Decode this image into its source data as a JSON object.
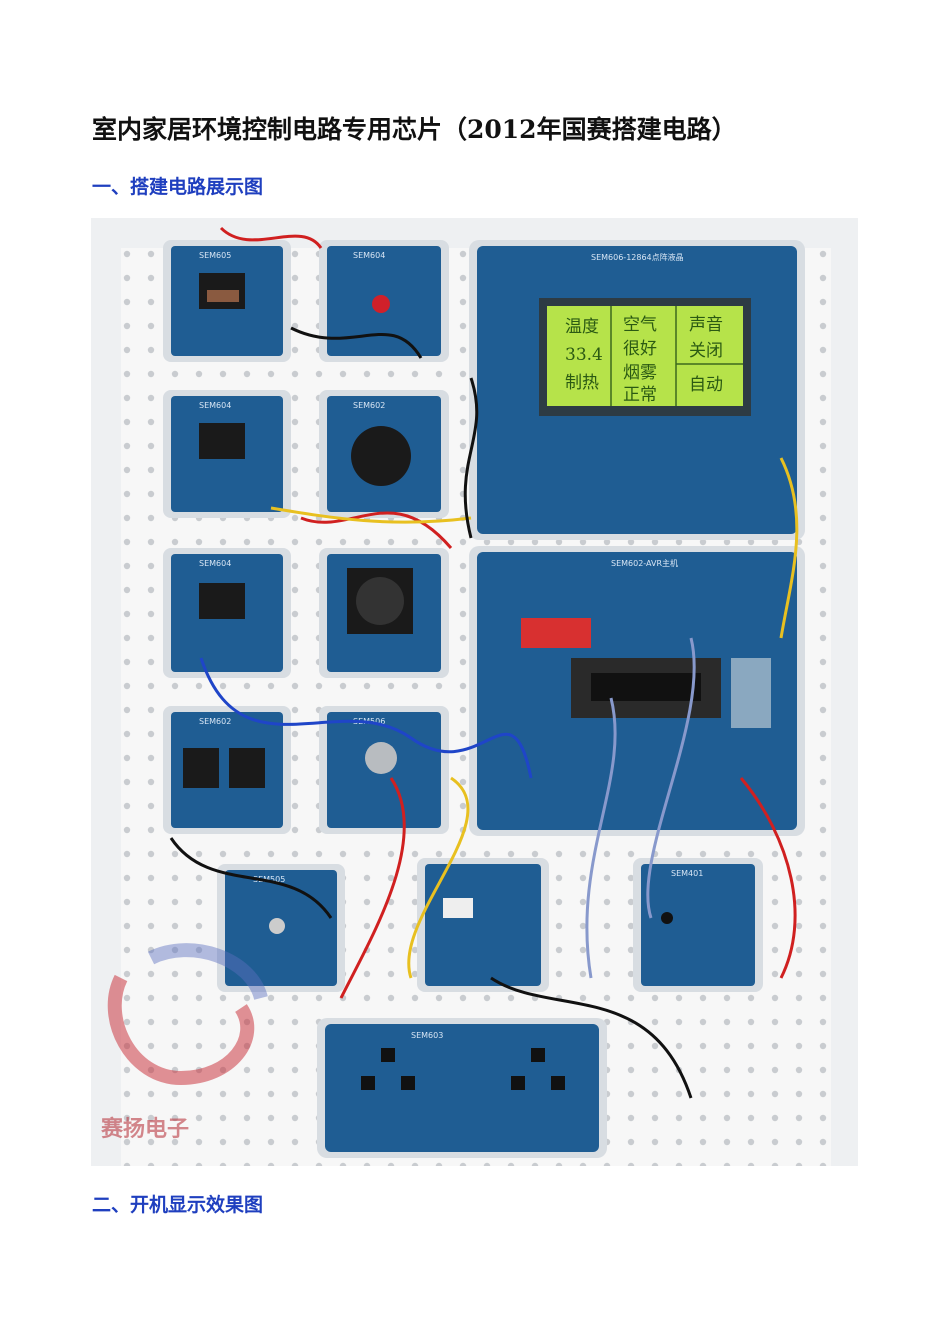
{
  "document": {
    "title": "室内家居环境控制电路专用芯片（2012年国赛搭建电路）",
    "sections": [
      {
        "label": "一、搭建电路展示图"
      },
      {
        "label": "二、开机显示效果图"
      }
    ]
  },
  "photo": {
    "boards": {
      "b1": "SEM605",
      "b2": "SEM604",
      "b3": "SEM606-12864点阵液晶",
      "b4": "SEM604",
      "b5": "SEM602",
      "b6": "SEM604",
      "b7": "SEM602",
      "b8": "SEM506",
      "b9": "SEM602-AVR主机",
      "b10": "SEM505",
      "b11": "SEM401",
      "b12": "SEM603"
    },
    "lcd": {
      "cells": [
        "温度",
        "空气",
        "声音",
        "33.4",
        "很好",
        "关闭",
        "制热",
        "烟雾",
        "正常",
        "自动"
      ]
    },
    "watermark": "赛扬电子"
  }
}
